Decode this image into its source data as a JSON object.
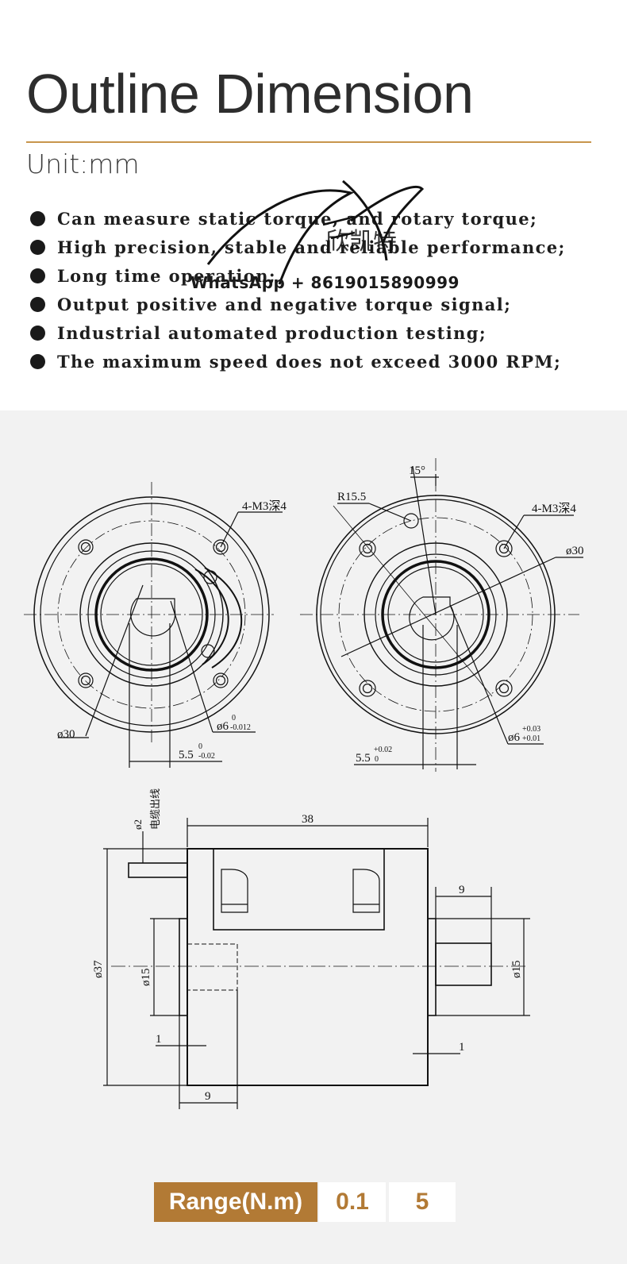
{
  "header": {
    "title": "Outline Dimension",
    "unit": "Unit:mm"
  },
  "features": [
    "Can measure static torque, and rotary torque;",
    "High precision, stable and reliable performance;",
    "Long time operation;",
    "Output positive and negative torque signal;",
    "Industrial automated production testing;",
    "The maximum speed does not exceed 3000 RPM;"
  ],
  "watermark": {
    "text": "WhatsApp + 8619015890999",
    "glyphs": "欣凯特"
  },
  "drawing": {
    "left_view": {
      "hole_label": "4-M3深4",
      "diameter_label": "ø30",
      "shaft_label": "ø6",
      "shaft_tol_upper": "0",
      "shaft_tol_lower": "-0.012",
      "key_label": "5.5",
      "key_tol_upper": "0",
      "key_tol_lower": "-0.02"
    },
    "right_view": {
      "angle_label": "15°",
      "radius_label": "R15.5",
      "hole_label": "4-M3深4",
      "diameter_label": "ø30",
      "bore_label": "ø6",
      "bore_tol_upper": "+0.03",
      "bore_tol_lower": "+0.01",
      "key_label": "5.5",
      "key_tol_upper": "+0.02",
      "key_tol_lower": "0"
    },
    "side_view": {
      "cable_label": "ø2",
      "cable_text": "电缆出线",
      "length_label": "38",
      "body_diameter_label": "ø37",
      "left_boss_label": "ø15",
      "right_shaft_label": "ø15",
      "shaft_length_label": "9",
      "left_depth_label": "9",
      "left_step_label": "1",
      "right_step_label": "1"
    }
  },
  "range": {
    "label": "Range(N.m)",
    "values": [
      "0.1",
      "5"
    ]
  },
  "colors": {
    "accent": "#c8954c",
    "range_bg": "#b27a35",
    "panel_bg": "#f2f2f2",
    "text": "#2d2d2d"
  }
}
